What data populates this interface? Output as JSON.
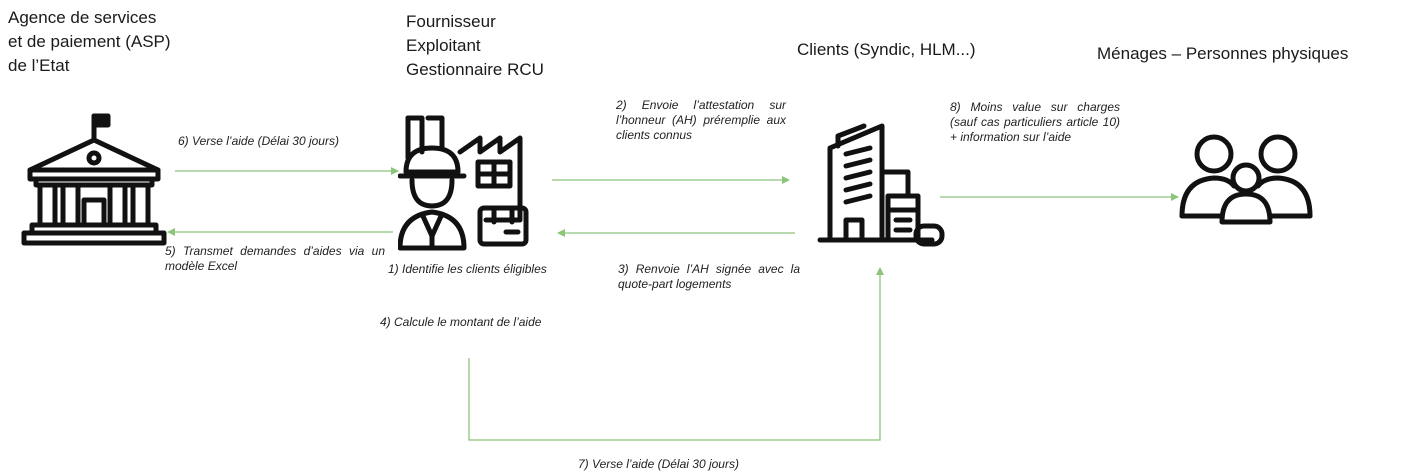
{
  "actors": {
    "asp": [
      "Agence de services",
      "et de paiement (ASP)",
      "de l’Etat"
    ],
    "fournisseur": [
      "Fournisseur",
      "Exploitant",
      "Gestionnaire RCU"
    ],
    "clients": [
      "Clients (Syndic, HLM...)"
    ],
    "menages": [
      "Ménages – Personnes physiques"
    ]
  },
  "steps": {
    "s1": "1) Identifie les clients éligibles",
    "s2": "2) Envoie l’attestation sur l’honneur (AH) préremplie aux clients connus",
    "s3": "3) Renvoie l’AH signée avec la quote-part logements",
    "s4": "4) Calcule le montant de l’aide",
    "s5": "5) Transmet demandes d’aides via un modèle Excel",
    "s6": "6) Verse l’aide (Délai 30 jours)",
    "s7": "7) Verse l’aide (Délai 30 jours)",
    "s8": "8) Moins value sur charges (sauf cas particuliers article 10) + information sur l’aide"
  },
  "colors": {
    "arrow": "#8cc47a",
    "icon": "#111111"
  }
}
